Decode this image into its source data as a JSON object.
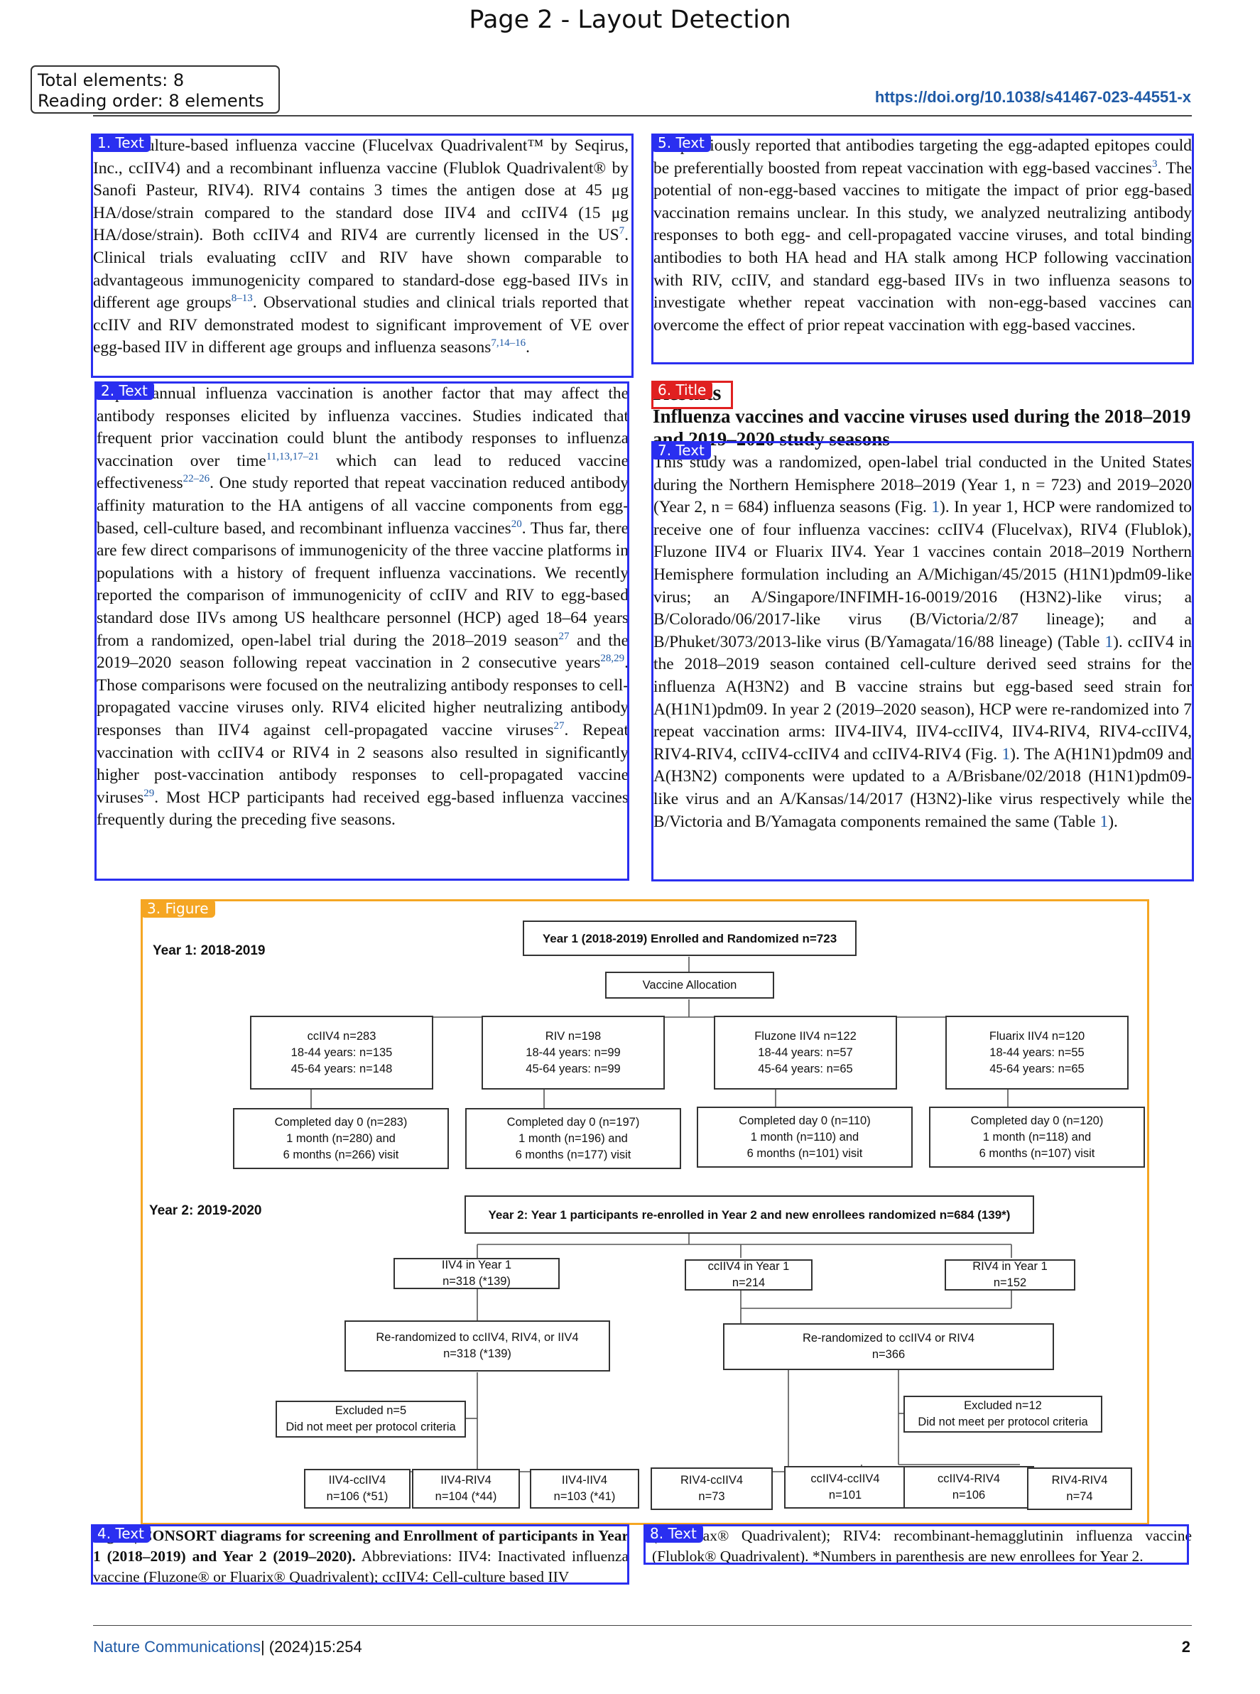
{
  "viz_title": "Page 2 - Layout Detection",
  "stats": {
    "total": "Total elements: 8",
    "reading_order": "Reading order: 8 elements"
  },
  "header": {
    "doi": "https://doi.org/10.1038/s41467-023-44551-x"
  },
  "left_col": {
    "p1": "a cell culture-based influenza vaccine (Flucelvax Quadrivalent™ by Seqirus, Inc., ccIIV4) and a recombinant influenza vaccine (Flublok Quadrivalent® by Sanofi Pasteur, RIV4). RIV4 contains 3 times the antigen dose at 45 μg HA/dose/strain compared to the standard dose IIV4 and ccIIV4 (15 μg HA/dose/strain). Both ccIIV4 and RIV4 are currently licensed in the US",
    "p1_ref1": "7",
    "p1b": ". Clinical trials evaluating ccIIV and RIV have shown comparable to advantageous immunogenicity compared to standard-dose egg-based IIVs in different age groups",
    "p1_ref2": "8–13",
    "p1c": ". Observational studies and clinical trials reported that ccIIV and RIV demonstrated modest to significant improvement of VE over egg-based IIV in different age groups and influenza seasons",
    "p1_ref3": "7,14–16",
    "p1d": ".",
    "p2a": "Repeat annual influenza vaccination is another factor that may affect the antibody responses elicited by influenza vaccines. Studies indicated that frequent prior vaccination could blunt the antibody responses to influenza vaccination over time",
    "p2_ref1": "11,13,17–21",
    "p2b": " which can lead to reduced vaccine effectiveness",
    "p2_ref2": "22–26",
    "p2c": ". One study reported that repeat vaccination reduced antibody affinity maturation to the HA antigens of all vaccine components from egg-based, cell-culture based, and recombinant influenza vaccines",
    "p2_ref3": "20",
    "p2d": ". Thus far, there are few direct comparisons of immunogenicity of the three vaccine platforms in populations with a history of frequent influenza vaccinations. We recently reported the comparison of immunogenicity of ccIIV and RIV to egg-based standard dose IIVs among US healthcare personnel (HCP) aged 18–64 years from a randomized, open-label trial during the 2018–2019 season",
    "p2_ref4": "27",
    "p2e": " and the 2019–2020 season following repeat vaccination in 2 consecutive years",
    "p2_ref5": "28,29",
    "p2f": ". Those comparisons were focused on the neutralizing antibody responses to cell-propagated vaccine viruses only. RIV4 elicited higher neutralizing antibody responses than IIV4 against cell-propagated vaccine viruses",
    "p2_ref6": "27",
    "p2g": ". Repeat vaccination with ccIIV4 or RIV4 in 2 seasons also resulted in significantly higher post-vaccination antibody responses to cell-propagated vaccine viruses",
    "p2_ref7": "29",
    "p2h": ". Most HCP participants had received egg-based influenza vaccines frequently during the preceding five seasons."
  },
  "right_col": {
    "p1a": "We previously reported that antibodies targeting the egg-adapted epitopes could be preferentially boosted from repeat vaccination with egg-based vaccines",
    "p1_ref1": "3",
    "p1b": ". The potential of non-egg-based vaccines to mitigate the impact of prior egg-based vaccination remains unclear. In this study, we analyzed neutralizing antibody responses to both egg- and cell-propagated vaccine viruses, and total binding antibodies to both HA head and HA stalk among HCP following vaccination with RIV, ccIIV, and standard egg-based IIVs in two influenza seasons to investigate whether repeat vaccination with non-egg-based vaccines can overcome the effect of prior repeat vaccination with egg-based vaccines.",
    "heading": "Results",
    "subheading": "Influenza vaccines and vaccine viruses used during the 2018–2019 and 2019–2020 study seasons",
    "p2a": "This study was a randomized, open-label trial conducted in the United States during the Northern Hemisphere 2018–2019 (Year 1, n = 723) and 2019–2020 (Year 2, n = 684) influenza seasons (Fig. ",
    "fig1": "1",
    "p2b": "). In year 1, HCP were randomized to receive one of four influenza vaccines: ccIIV4 (Flucelvax), RIV4 (Flublok), Fluzone IIV4 or Fluarix IIV4. Year 1 vaccines contain 2018–2019 Northern Hemisphere formulation including an A/Michigan/45/2015 (H1N1)pdm09-like virus; an A/Singapore/INFIMH-16-0019/2016 (H3N2)-like virus; a B/Colorado/06/2017-like virus (B/Victoria/2/87 lineage); and a B/Phuket/3073/2013-like virus (B/Yamagata/16/88 lineage) (Table ",
    "table1": "1",
    "p2c": "). ccIIV4 in the 2018–2019 season contained cell-culture derived seed strains for the influenza A(H3N2) and B vaccine strains but egg-based seed strain for A(H1N1)pdm09. In year 2 (2019–2020 season), HCP were re-randomized into 7 repeat vaccination arms: IIV4-IIV4, IIV4-ccIIV4, IIV4-RIV4, RIV4-ccIIV4, RIV4-RIV4, ccIIV4-ccIIV4 and ccIIV4-RIV4 (Fig. ",
    "fig1b": "1",
    "p2d": "). The A(H1N1)pdm09 and A(H3N2) components were updated to a A/Brisbane/02/2018 (H1N1)pdm09-like virus and an A/Kansas/14/2017 (H3N2)-like virus respectively while the B/Victoria and B/Yamagata components remained the same (Table ",
    "table1b": "1",
    "p2e": ")."
  },
  "figure": {
    "year1_label": "Year 1: 2018-2019",
    "year1_enrolled": "Year 1 (2018-2019) Enrolled and Randomized n=723",
    "allocation": "Vaccine Allocation",
    "arms": [
      {
        "l1": "ccIIV4 n=283",
        "l2": "18-44 years: n=135",
        "l3": "45-64 years: n=148"
      },
      {
        "l1": "RIV n=198",
        "l2": "18-44 years: n=99",
        "l3": "45-64 years: n=99"
      },
      {
        "l1": "Fluzone IIV4 n=122",
        "l2": "18-44 years: n=57",
        "l3": "45-64 years: n=65"
      },
      {
        "l1": "Fluarix IIV4 n=120",
        "l2": "18-44 years: n=55",
        "l3": "45-64 years: n=65"
      }
    ],
    "completed": [
      {
        "l1": "Completed day 0 (n=283)",
        "l2": "1 month (n=280) and",
        "l3": "6 months (n=266) visit"
      },
      {
        "l1": "Completed day 0 (n=197)",
        "l2": "1 month (n=196) and",
        "l3": "6 months (n=177) visit"
      },
      {
        "l1": "Completed day 0 (n=110)",
        "l2": "1 month (n=110) and",
        "l3": "6 months (n=101) visit"
      },
      {
        "l1": "Completed day 0 (n=120)",
        "l2": "1 month (n=118) and",
        "l3": "6 months (n=107) visit"
      }
    ],
    "year2_label": "Year 2: 2019-2020",
    "year2_enrolled": "Year 2: Year 1 participants re-enrolled in Year 2 and new enrollees randomized n=684 (139*)",
    "y1_groups": [
      {
        "l1": "IIV4 in Year 1",
        "l2": "n=318 (*139)"
      },
      {
        "l1": "ccIIV4 in Year 1",
        "l2": "n=214"
      },
      {
        "l1": "RIV4 in Year 1",
        "l2": "n=152"
      }
    ],
    "rerand_left": {
      "l1": "Re-randomized to ccIIV4, RIV4, or IIV4",
      "l2": "n=318 (*139)"
    },
    "rerand_right": {
      "l1": "Re-randomized to ccIIV4 or RIV4",
      "l2": "n=366"
    },
    "excluded_left": {
      "l1": "Excluded n=5",
      "l2": "Did not meet per protocol criteria"
    },
    "excluded_right": {
      "l1": "Excluded n=12",
      "l2": "Did not meet per protocol criteria"
    },
    "final": [
      {
        "l1": "IIV4-ccIIV4",
        "l2": "n=106 (*51)"
      },
      {
        "l1": "IIV4-RIV4",
        "l2": "n=104 (*44)"
      },
      {
        "l1": "IIV4-IIV4",
        "l2": "n=103 (*41)"
      },
      {
        "l1": "RIV4-ccIIV4",
        "l2": "n=73"
      },
      {
        "l1": "ccIIV4-ccIIV4",
        "l2": "n=101"
      },
      {
        "l1": "ccIIV4-RIV4",
        "l2": "n=106"
      },
      {
        "l1": "RIV4-RIV4",
        "l2": "n=74"
      }
    ]
  },
  "caption": {
    "bold": "Fig. 1 | CONSORT diagrams for screening and Enrollment of participants in Year 1 (2018–2019) and Year 2 (2019–2020).",
    "left_rest": " Abbreviations: IIV4: Inactivated influenza vaccine (Fluzone® or Fluarix® Quadrivalent); ccIIV4: Cell-culture based IIV",
    "right": "(Flucelvax® Quadrivalent); RIV4: recombinant-hemagglutinin influenza vaccine (Flublok® Quadrivalent). *Numbers in parenthesis are new enrollees for Year 2."
  },
  "footer": {
    "journal": "Nature Communications",
    "citation": "| (2024)15:254",
    "page": "2"
  },
  "detections": [
    {
      "id": "1",
      "label": "1. Text"
    },
    {
      "id": "2",
      "label": "2. Text"
    },
    {
      "id": "3",
      "label": "3. Figure"
    },
    {
      "id": "4",
      "label": "4. Text"
    },
    {
      "id": "5",
      "label": "5. Text"
    },
    {
      "id": "6",
      "label": "6. Title"
    },
    {
      "id": "7",
      "label": "7. Text"
    },
    {
      "id": "8",
      "label": "8. Text"
    }
  ]
}
